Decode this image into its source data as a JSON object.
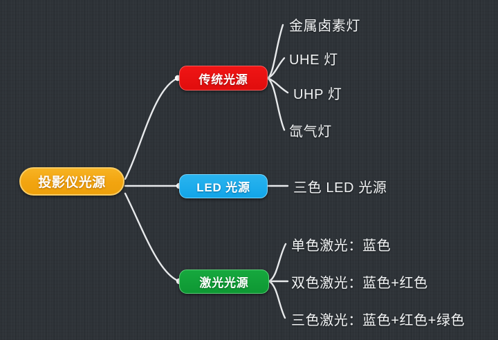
{
  "diagram": {
    "title": "投影仪光源",
    "background_color": "#2e3338",
    "connector_color": "#e8eaec",
    "root": {
      "label": "投影仪光源",
      "color": "#f2a40f"
    },
    "branches": [
      {
        "label": "传统光源",
        "color": "#e00d0d",
        "leaves": [
          {
            "label": "金属卤素灯"
          },
          {
            "label": "UHE 灯"
          },
          {
            "label": "UHP 灯"
          },
          {
            "label": "氙气灯"
          }
        ]
      },
      {
        "label": "LED 光源",
        "color": "#12a5e8",
        "leaves": [
          {
            "label": "三色 LED 光源"
          }
        ]
      },
      {
        "label": "激光光源",
        "color": "#0e9833",
        "leaves": [
          {
            "label": "单色激光：蓝色"
          },
          {
            "label": "双色激光：蓝色+红色"
          },
          {
            "label": "三色激光：蓝色+红色+绿色"
          }
        ]
      }
    ]
  }
}
